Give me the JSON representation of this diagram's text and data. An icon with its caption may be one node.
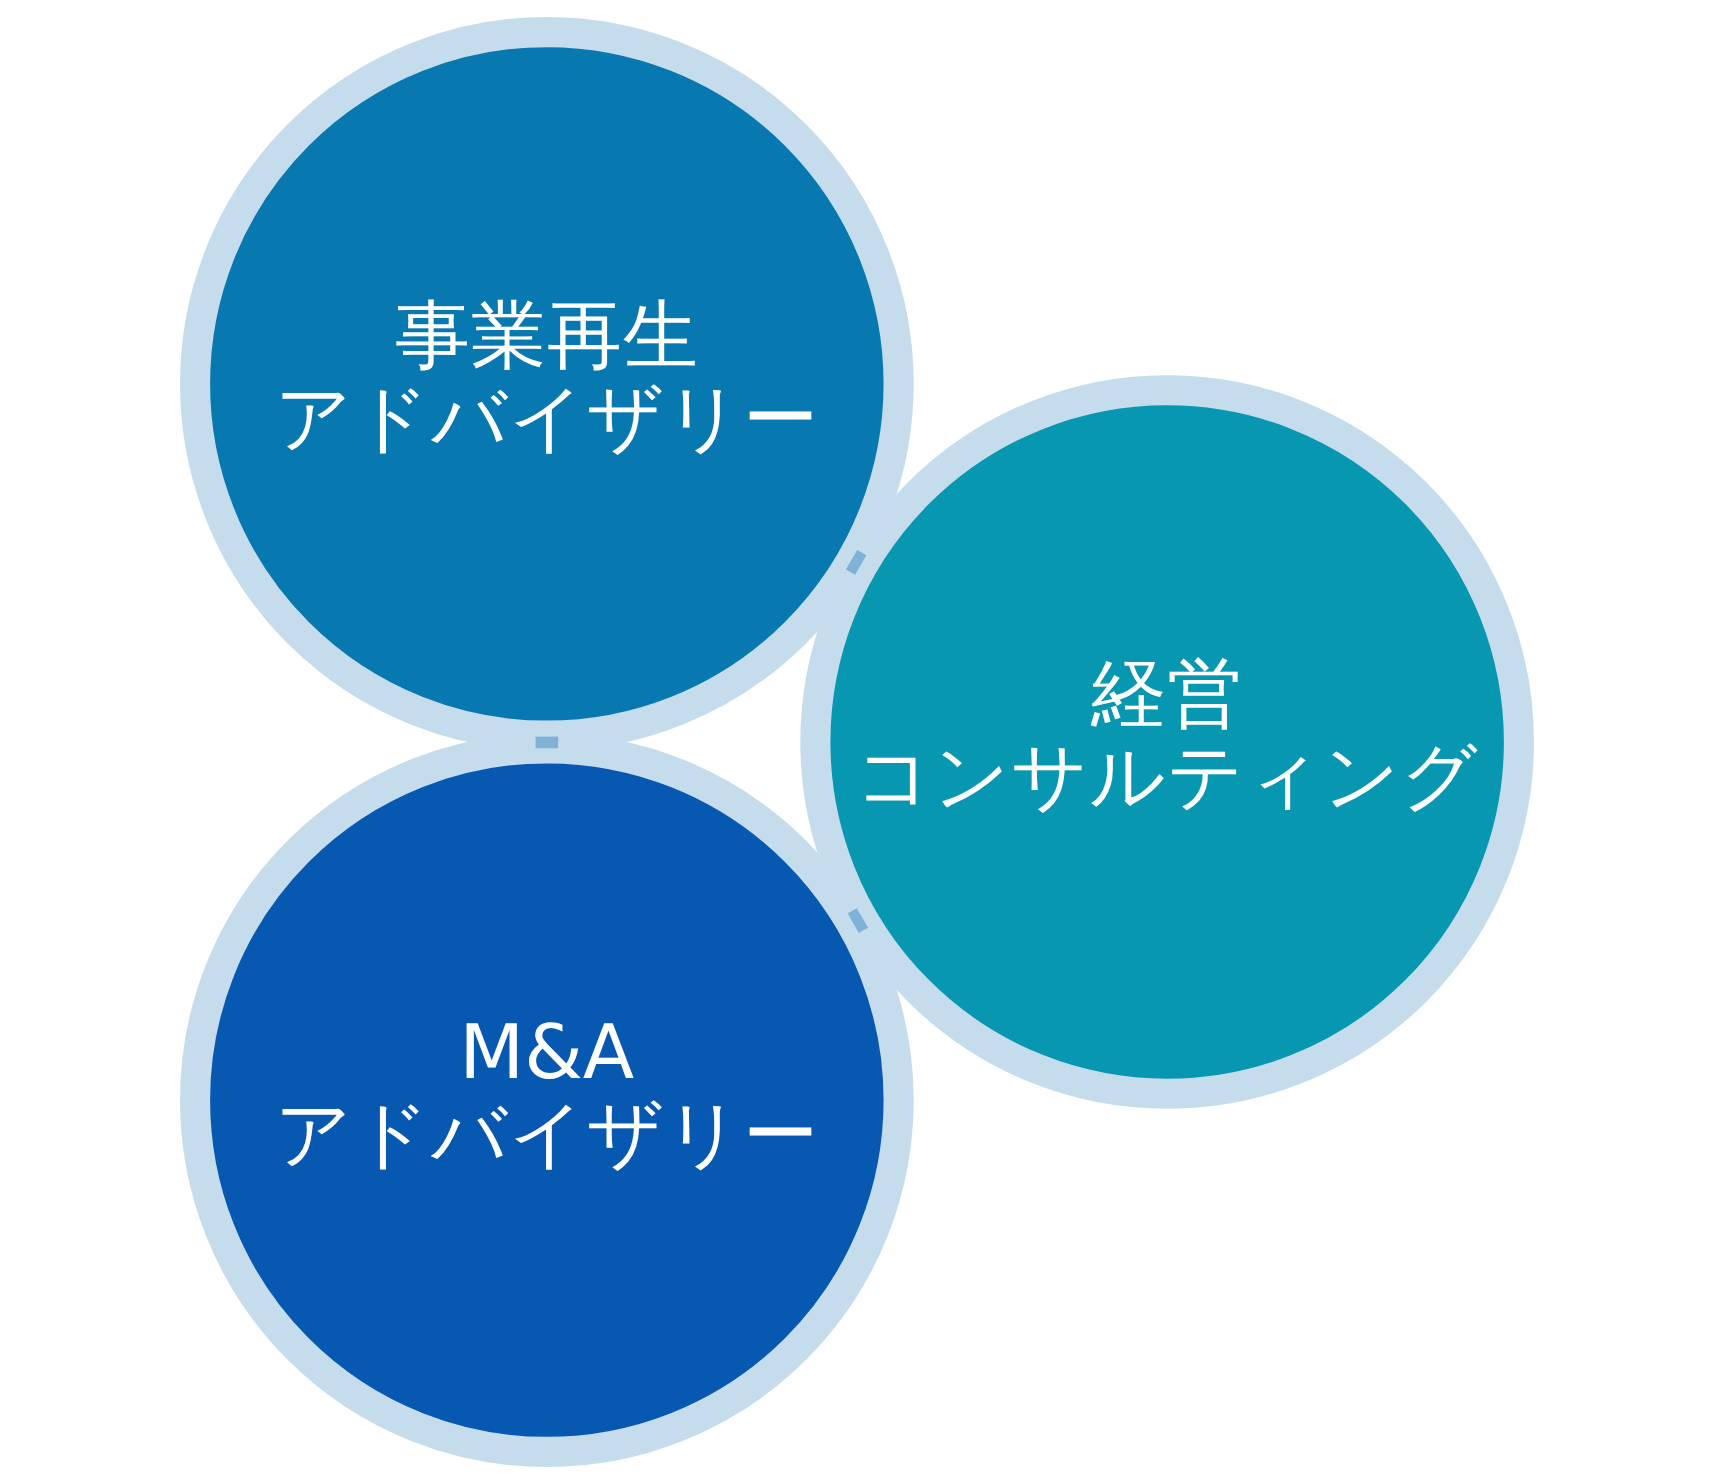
{
  "diagram": {
    "nodes": [
      {
        "text": [
          "M&A",
          "アドバイザリー"
        ]
      },
      {
        "text": [
          "経営",
          "コンサルティング"
        ]
      },
      {
        "text": [
          "事業再生",
          "アドバイザリー"
        ]
      }
    ],
    "edges": [
      {
        "from": 0,
        "to": 2,
        "arrow": "none"
      },
      {
        "from": 2,
        "to": 1,
        "arrow": "none"
      },
      {
        "from": 1,
        "to": 0,
        "arrow": "none"
      }
    ]
  }
}
